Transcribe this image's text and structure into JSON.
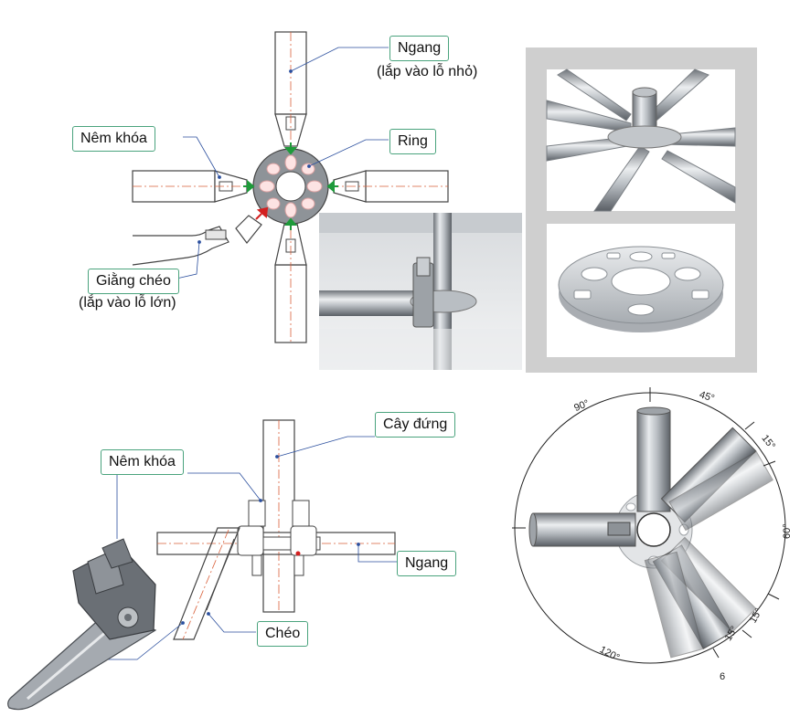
{
  "labels": {
    "ngang_top": "Ngang",
    "ngang_top_sub": "(lắp vào lỗ nhỏ)",
    "nem_khoa_top": "Nêm khóa",
    "ring": "Ring",
    "giang_cheo": "Giằng chéo",
    "giang_cheo_sub": "(lắp vào lỗ lớn)",
    "cay_dung": "Cây đứng",
    "nem_khoa_bottom": "Nêm khóa",
    "ngang_bottom": "Ngang",
    "cheo": "Chéo"
  },
  "angles": {
    "a90": "90°",
    "a45": "45°",
    "a15_top": "15°",
    "a60": "60°",
    "a15_mid": "15°",
    "a15_low": "15°",
    "a120": "120°"
  },
  "page_number": "6",
  "colors": {
    "callout_border": "#4aa37d",
    "leader_line": "#2b4f9e",
    "arrow_green": "#1e9a3a",
    "arrow_red": "#d32020",
    "centerline": "#d9603a",
    "photo_frame": "#cfcfcf"
  }
}
